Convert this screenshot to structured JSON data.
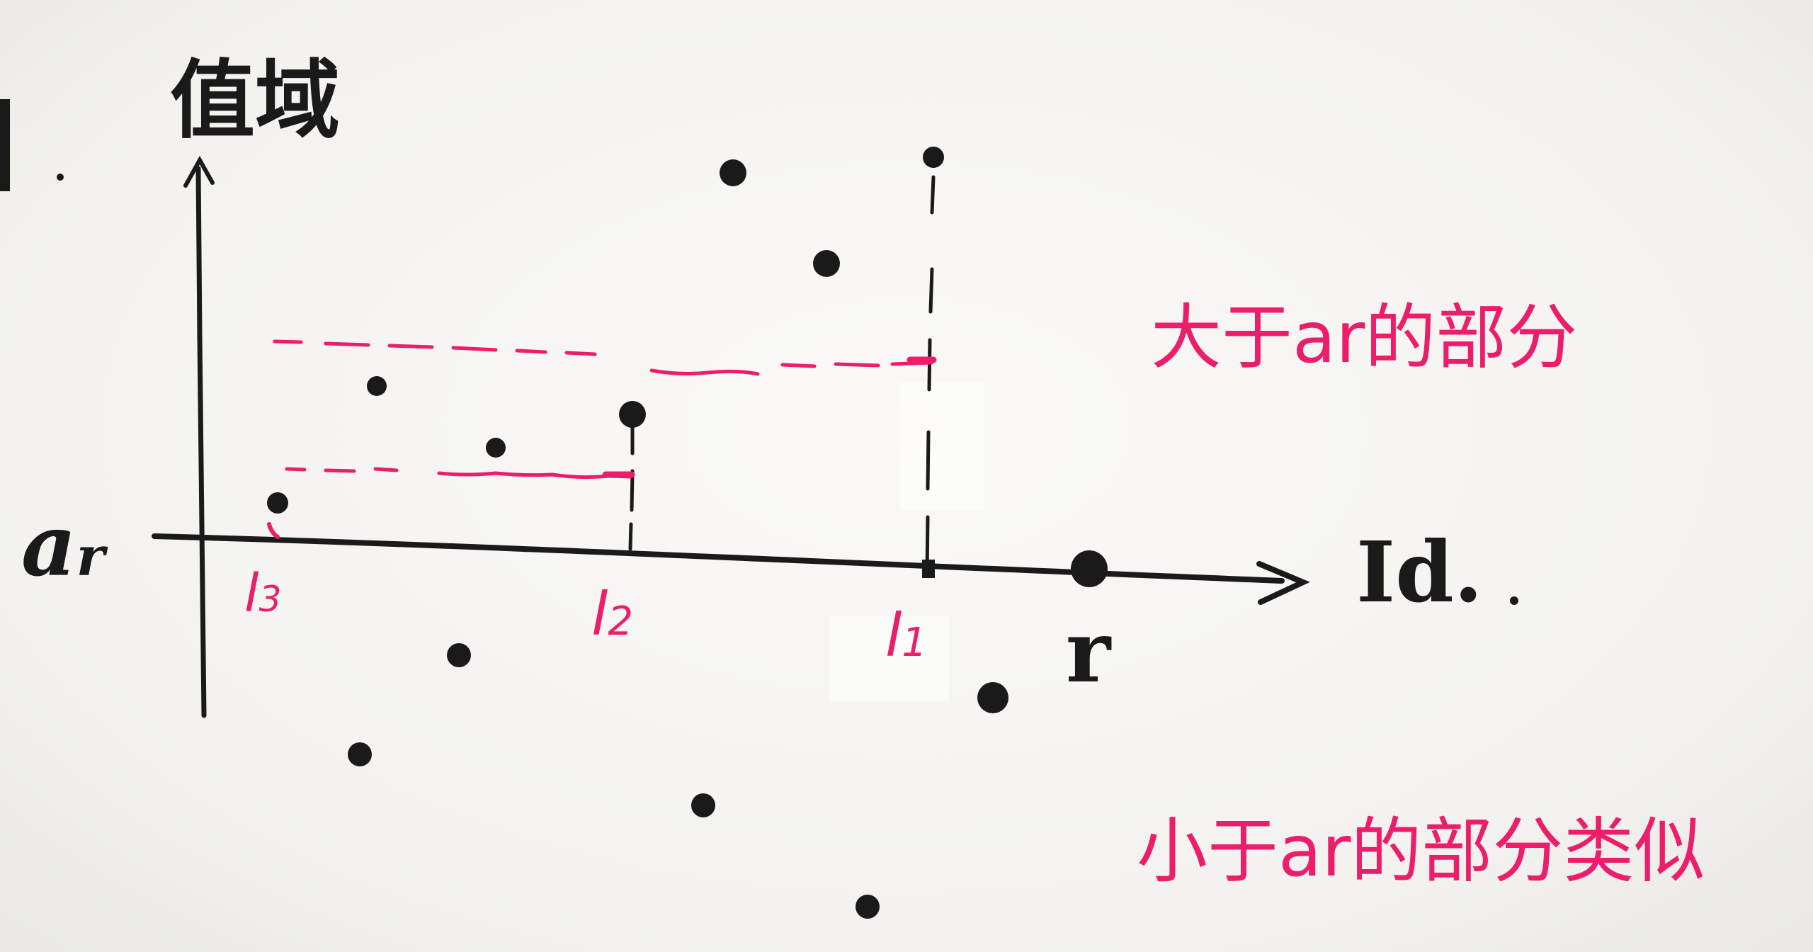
{
  "labels": {
    "y_axis": "值域",
    "x_axis": "Id.",
    "threshold": "a_r",
    "ticks": [
      "l3",
      "l2",
      "l1"
    ],
    "point_r": "r"
  },
  "notes": {
    "above": "大于ar的部分",
    "below": "小于ar的部分类似"
  },
  "colors": {
    "ink": "#1a1a1a",
    "annotation": "#ec1d6b",
    "paper": "#f4f3f1"
  }
}
